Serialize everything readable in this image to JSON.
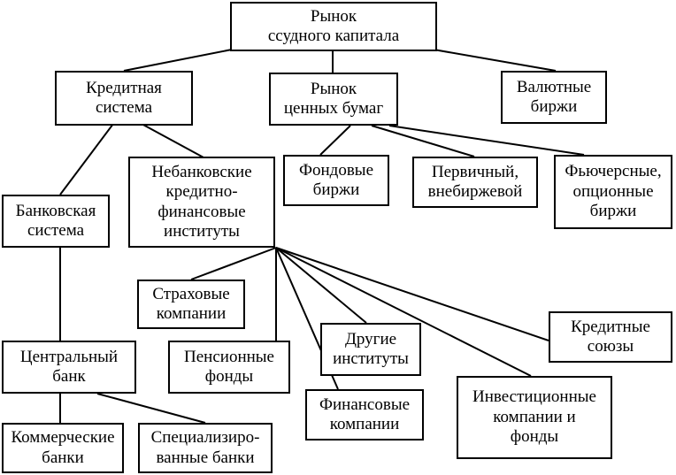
{
  "nodes": {
    "root": "Рынок\nссудного капитала",
    "credit_system": "Кредитная\nсистема",
    "securities_market": "Рынок\nценных бумаг",
    "currency_exchanges": "Валютные\nбиржи",
    "nonbank_institutions": "Небанковские\nкредитно-\nфинансовые\nинституты",
    "stock_exchanges": "Фондовые\nбиржи",
    "primary_otc": "Первичный,\nвнебиржевой",
    "futures_options": "Фьючерсные,\nопционные\nбиржи",
    "banking_system": "Банковская\nсистема",
    "insurance_companies": "Страховые\nкомпании",
    "pension_funds": "Пенсионные\nфонды",
    "other_institutions": "Другие\nинституты",
    "credit_unions": "Кредитные\nсоюзы",
    "central_bank": "Центральный\nбанк",
    "finance_companies": "Финансовые\nкомпании",
    "investment_companies": "Инвестиционные\nкомпании и\nфонды",
    "commercial_banks": "Коммерческие\nбанки",
    "specialized_banks": "Специализиро-\nванные банки"
  }
}
